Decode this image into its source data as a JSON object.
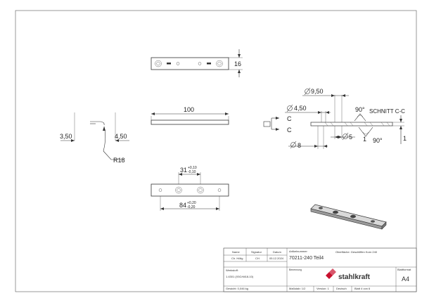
{
  "drawing": {
    "top_view": {
      "height_dim": "16"
    },
    "side_view": {
      "length_dim": "100"
    },
    "detail": {
      "dim_left": "3,50",
      "dim_right": "4,50",
      "radius": "R18"
    },
    "hole_view": {
      "spacing_inner": "31",
      "tol_inner_upper": "+0,10",
      "tol_inner_lower": "-0,10",
      "spacing_outer": "84",
      "tol_outer_upper": "+0,20",
      "tol_outer_lower": "-0,20"
    },
    "section": {
      "title": "SCHNITT C-C",
      "dia_head": "9,50",
      "dia_shaft": "4,50",
      "dia_outer": "8",
      "dia_small": "5",
      "angle_top": "90°",
      "angle_bottom": "90°",
      "dim_1a": "1",
      "dim_1b": "1",
      "cut_label_top": "C",
      "cut_label_bottom": "C"
    }
  },
  "title_block": {
    "hdr_name": "Name",
    "hdr_signature": "Signatur",
    "hdr_date": "Datum",
    "drawn_label": "Ch. Hölig",
    "drawn_sig": "CH",
    "drawn_date": "05.12.2024",
    "article_label": "Artikelnummer",
    "article_value": "70211-240 Teil4",
    "surface_label": "Oberfläche: Geschliffen Korn 240",
    "material_label": "Werkstoff:",
    "material_value": "1.4301 (X5CrNi18-10)",
    "weight": "Gewicht: 0,046 kg",
    "designation_label": "Benennung",
    "brand": "stahlkraft",
    "format_label": "Blattformat",
    "format_value": "A4",
    "scale": "Maßstab: 1/2",
    "version": "Version: 1",
    "language": "Deutsch",
    "sheet": "Blatt 4 von 6"
  }
}
